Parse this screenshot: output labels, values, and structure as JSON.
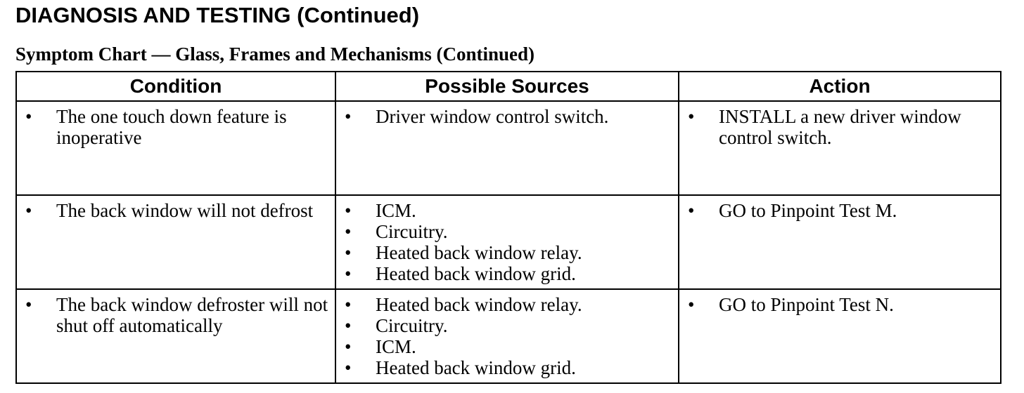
{
  "page_heading": "DIAGNOSIS AND TESTING (Continued)",
  "chart_title": "Symptom Chart — Glass, Frames and Mechanisms (Continued)",
  "bullet": "•",
  "table": {
    "headers": {
      "condition": "Condition",
      "sources": "Possible Sources",
      "action": "Action"
    },
    "rows": [
      {
        "condition": [
          "The one touch down feature is inoperative"
        ],
        "sources": [
          "Driver window control switch."
        ],
        "actions": [
          "INSTALL a new driver window control switch."
        ]
      },
      {
        "condition": [
          "The back window will not defrost"
        ],
        "sources": [
          "ICM.",
          "Circuitry.",
          "Heated back window relay.",
          "Heated back window grid."
        ],
        "actions": [
          "GO to Pinpoint Test M."
        ]
      },
      {
        "condition": [
          "The back window defroster will not shut off automatically"
        ],
        "sources": [
          "Heated back window relay.",
          "Circuitry.",
          "ICM.",
          "Heated back window grid."
        ],
        "actions": [
          "GO to Pinpoint Test N."
        ]
      }
    ]
  }
}
